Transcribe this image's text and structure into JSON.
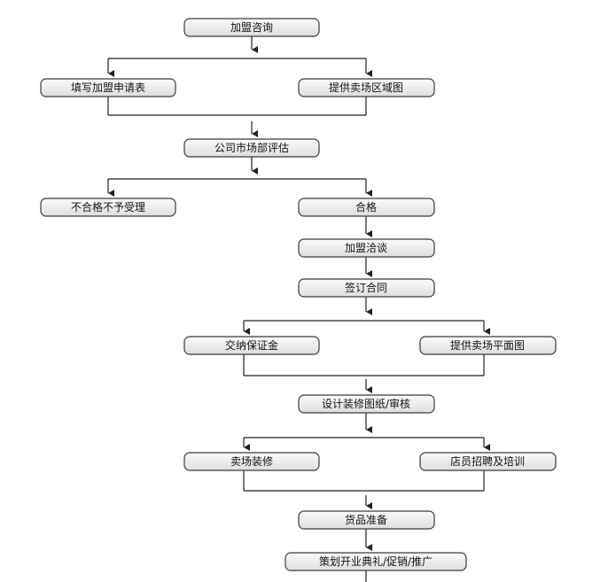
{
  "nodes": [
    {
      "id": "n1",
      "label": "加盟咨询"
    },
    {
      "id": "n2",
      "label": "填写加盟申请表"
    },
    {
      "id": "n3",
      "label": "提供卖场区域图"
    },
    {
      "id": "n4",
      "label": "公司市场部评估"
    },
    {
      "id": "n5",
      "label": "不合格不予受理"
    },
    {
      "id": "n6",
      "label": "合格"
    },
    {
      "id": "n7",
      "label": "加盟洽谈"
    },
    {
      "id": "n8",
      "label": "签订合同"
    },
    {
      "id": "n9",
      "label": "交纳保证金"
    },
    {
      "id": "n10",
      "label": "提供卖场平面图"
    },
    {
      "id": "n11",
      "label": "设计装修图纸/审核"
    },
    {
      "id": "n12",
      "label": "卖场装修"
    },
    {
      "id": "n13",
      "label": "店员招聘及培训"
    },
    {
      "id": "n14",
      "label": "货品准备"
    },
    {
      "id": "n15",
      "label": "策划开业典礼/促销/推广"
    }
  ],
  "edges": [
    {
      "from": "n1",
      "to": [
        "n2",
        "n3"
      ]
    },
    {
      "from": [
        "n2",
        "n3"
      ],
      "to": "n4"
    },
    {
      "from": "n4",
      "to": [
        "n5",
        "n6"
      ]
    },
    {
      "from": "n6",
      "to": "n7"
    },
    {
      "from": "n7",
      "to": "n8"
    },
    {
      "from": "n8",
      "to": [
        "n9",
        "n10"
      ]
    },
    {
      "from": [
        "n9",
        "n10"
      ],
      "to": "n11"
    },
    {
      "from": "n11",
      "to": [
        "n12",
        "n13"
      ]
    },
    {
      "from": [
        "n12",
        "n13"
      ],
      "to": "n14"
    },
    {
      "from": "n14",
      "to": "n15"
    }
  ],
  "colors": {
    "box_fill_top": "#fbfbfb",
    "box_fill_bottom": "#dedede",
    "stroke": "#3a3a3a",
    "line": "#222222"
  }
}
